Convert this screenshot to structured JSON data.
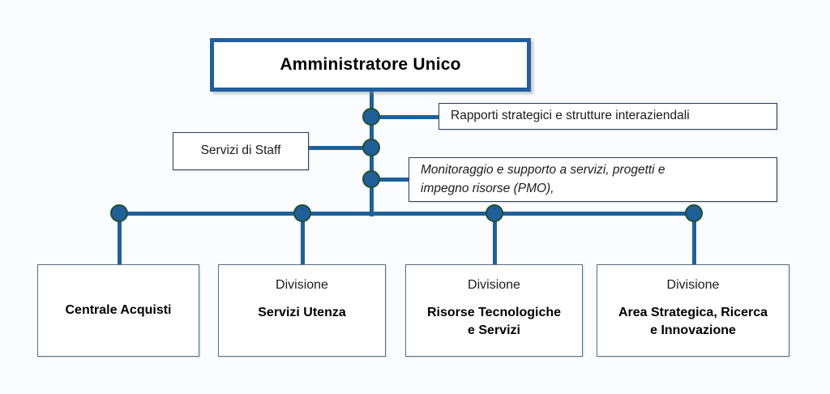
{
  "diagram": {
    "type": "org-chart",
    "title": "Amministratore Unico organisation chart",
    "colors": {
      "connector": "#1f6099",
      "root_border": "#215e9e",
      "node_border": "#2b3d55",
      "division_border": "#5d6b7c",
      "dot_fill": "#1f6099",
      "dot_stroke": "#1f4f2e",
      "background": "#fbfcfd",
      "text": "#000000"
    },
    "root": {
      "label": "Amministratore Unico"
    },
    "staff_nodes": [
      {
        "id": "rapporti-strategici",
        "label": "Rapporti strategici e strutture interaziendali",
        "side": "right",
        "style": "normal"
      },
      {
        "id": "servizi-di-staff",
        "label": "Servizi di Staff",
        "side": "left",
        "style": "normal"
      },
      {
        "id": "monitoraggio-pmo",
        "label_line1": "Monitoraggio e supporto a servizi, progetti e",
        "label_line2": "impegno risorse (PMO),",
        "side": "right",
        "style": "italic"
      }
    ],
    "divisions": [
      {
        "id": "centrale-acquisti",
        "kicker": "",
        "name_line1": "Centrale Acquisti",
        "name_line2": ""
      },
      {
        "id": "servizi-utenza",
        "kicker": "Divisione",
        "name_line1": "Servizi Utenza",
        "name_line2": ""
      },
      {
        "id": "risorse-tecnologiche-e-servizi",
        "kicker": "Divisione",
        "name_line1": "Risorse Tecnologiche",
        "name_line2": "e Servizi"
      },
      {
        "id": "area-strategica-ricerca-e-innovazione",
        "kicker": "Divisione",
        "name_line1": "Area Strategica, Ricerca",
        "name_line2": "e Innovazione"
      }
    ]
  }
}
